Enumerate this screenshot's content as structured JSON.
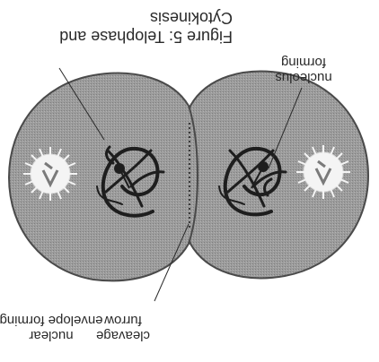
{
  "figure": {
    "caption_line1": "Figure 5: Telophase and",
    "caption_line2": "Cytokinesis",
    "labels": {
      "cleavage_line1": "cleavage",
      "cleavage_line2": "furrow",
      "nuclear_line1": "nuclear",
      "nuclear_line2": "envelope forming",
      "nucleolus_line1": "nucleolus",
      "nucleolus_line2": "forming"
    }
  },
  "colors": {
    "cytoplasm": "#9c9c9c",
    "outline": "#4a4a4a",
    "chromatin": "#1e1e1e",
    "centrosome": "#f4f4f4"
  }
}
